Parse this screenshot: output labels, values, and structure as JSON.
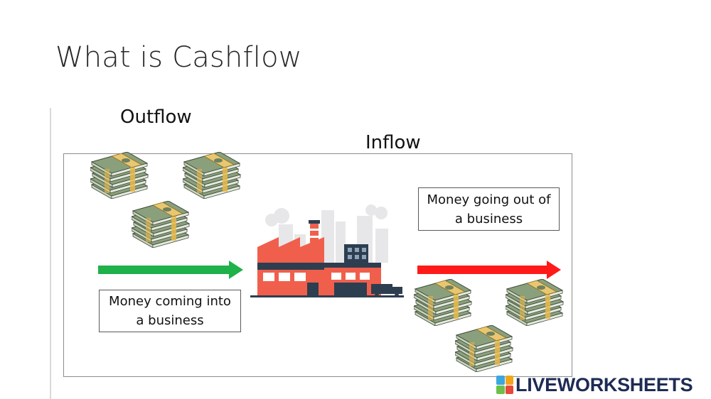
{
  "slide": {
    "title": "What is Cashflow"
  },
  "labels": {
    "outflow": "Outflow",
    "inflow": "Inflow"
  },
  "boxes": {
    "money_in": [
      "Money coming into",
      "a business"
    ],
    "money_out": [
      "Money going out of",
      "a business"
    ]
  },
  "colors": {
    "inflow_arrow": "#1fb14a",
    "outflow_arrow": "#ff1a1a",
    "factory_red": "#f05f4c",
    "factory_navy": "#2d3e50"
  },
  "icons": {
    "factory": "factory-icon",
    "money": "money-stack-icon"
  },
  "watermark": {
    "text": "LIVEWORKSHEETS"
  }
}
